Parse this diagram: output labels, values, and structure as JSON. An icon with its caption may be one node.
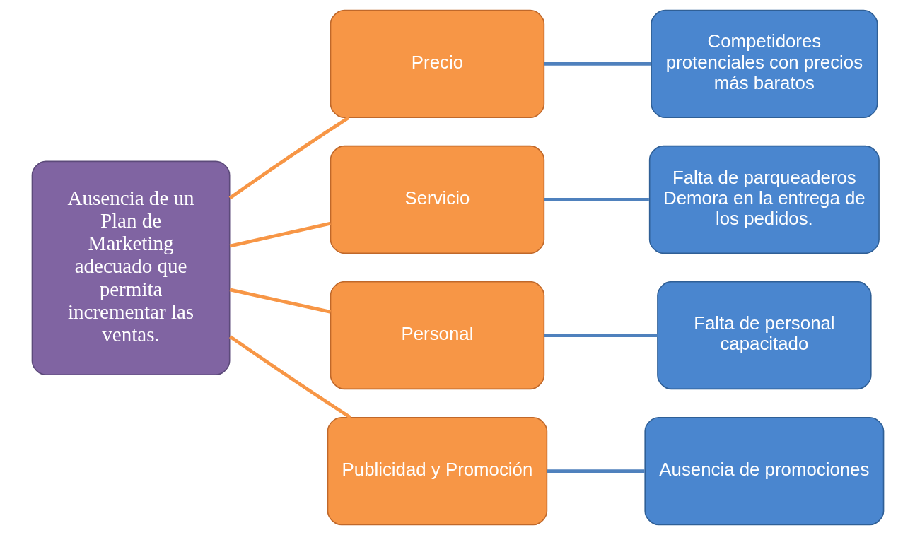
{
  "diagram": {
    "nodes": [
      {
        "text": [
          "Ausencia de un Plan de Marketing adecuado que permita incrementar las ventas."
        ]
      },
      {
        "text": [
          "Precio"
        ]
      },
      {
        "text": [
          "Servicio"
        ]
      },
      {
        "text": [
          "Personal"
        ]
      },
      {
        "text": [
          "Publicidad y Promoción"
        ]
      },
      {
        "text": [
          "Competidores protenciales con precios más baratos"
        ]
      },
      {
        "text": [
          "Falta de parqueaderos Demora en la entrega de los pedidos."
        ]
      },
      {
        "text": [
          "Falta de personal capacitado"
        ]
      },
      {
        "text": [
          "Ausencia de promociones"
        ]
      }
    ],
    "edges": [
      {
        "from": 0,
        "to": 1,
        "arrow": "none"
      },
      {
        "from": 0,
        "to": 2,
        "arrow": "none"
      },
      {
        "from": 0,
        "to": 3,
        "arrow": "none"
      },
      {
        "from": 0,
        "to": 4,
        "arrow": "none"
      },
      {
        "from": 1,
        "to": 5,
        "arrow": "none",
        "color": "#4f81bd"
      },
      {
        "from": 2,
        "to": 6,
        "arrow": "none",
        "color": "#4f81bd"
      },
      {
        "from": 3,
        "to": 7,
        "arrow": "none",
        "color": "#4f81bd"
      },
      {
        "from": 4,
        "to": 8,
        "arrow": "none",
        "color": "#4f81bd"
      }
    ]
  }
}
